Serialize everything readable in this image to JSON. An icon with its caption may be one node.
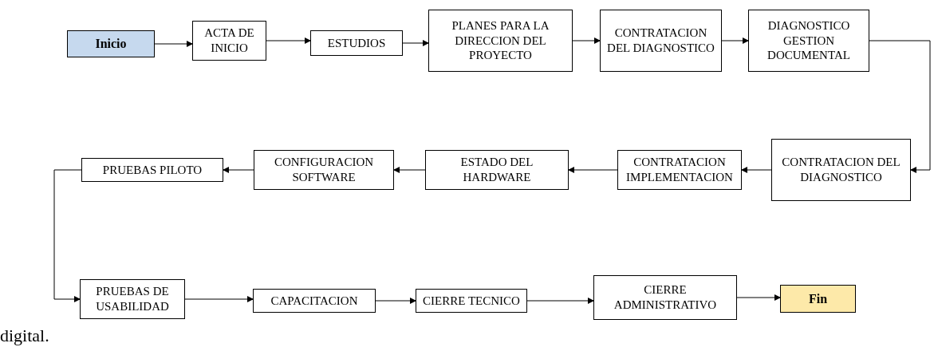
{
  "diagram": {
    "nodes": [
      {
        "text": [
          "Inicio"
        ]
      },
      {
        "text": [
          "ACTA DE INICIO"
        ]
      },
      {
        "text": [
          "ESTUDIOS"
        ]
      },
      {
        "text": [
          "PLANES PARA LA DIRECCION DEL PROYECTO"
        ]
      },
      {
        "text": [
          "CONTRATACION DEL DIAGNOSTICO"
        ]
      },
      {
        "text": [
          "DIAGNOSTICO GESTION DOCUMENTAL"
        ]
      },
      {
        "text": [
          "CONTRATACION DEL DIAGNOSTICO"
        ]
      },
      {
        "text": [
          "CONTRATACION IMPLEMENTACION"
        ]
      },
      {
        "text": [
          "ESTADO DEL HARDWARE"
        ]
      },
      {
        "text": [
          "CONFIGURACION SOFTWARE"
        ]
      },
      {
        "text": [
          "PRUEBAS PILOTO"
        ]
      },
      {
        "text": [
          "PRUEBAS DE USABILIDAD"
        ]
      },
      {
        "text": [
          "CAPACITACION"
        ]
      },
      {
        "text": [
          "CIERRE TECNICO"
        ]
      },
      {
        "text": [
          "CIERRE ADMINISTRATIVO"
        ]
      },
      {
        "text": [
          "Fin"
        ]
      }
    ],
    "edges": [
      {
        "from": 0,
        "to": 1,
        "arrow": "to"
      },
      {
        "from": 1,
        "to": 2,
        "arrow": "to"
      },
      {
        "from": 2,
        "to": 3,
        "arrow": "to"
      },
      {
        "from": 3,
        "to": 4,
        "arrow": "to"
      },
      {
        "from": 4,
        "to": 5,
        "arrow": "to"
      },
      {
        "from": 5,
        "to": 6,
        "arrow": "to"
      },
      {
        "from": 6,
        "to": 7,
        "arrow": "to"
      },
      {
        "from": 7,
        "to": 8,
        "arrow": "to"
      },
      {
        "from": 8,
        "to": 9,
        "arrow": "to"
      },
      {
        "from": 9,
        "to": 10,
        "arrow": "to"
      },
      {
        "from": 10,
        "to": 11,
        "arrow": "to"
      },
      {
        "from": 11,
        "to": 12,
        "arrow": "to"
      },
      {
        "from": 12,
        "to": 13,
        "arrow": "to"
      },
      {
        "from": 13,
        "to": 14,
        "arrow": "to"
      },
      {
        "from": 14,
        "to": 15,
        "arrow": "to"
      }
    ],
    "labels": [
      "digital."
    ]
  }
}
